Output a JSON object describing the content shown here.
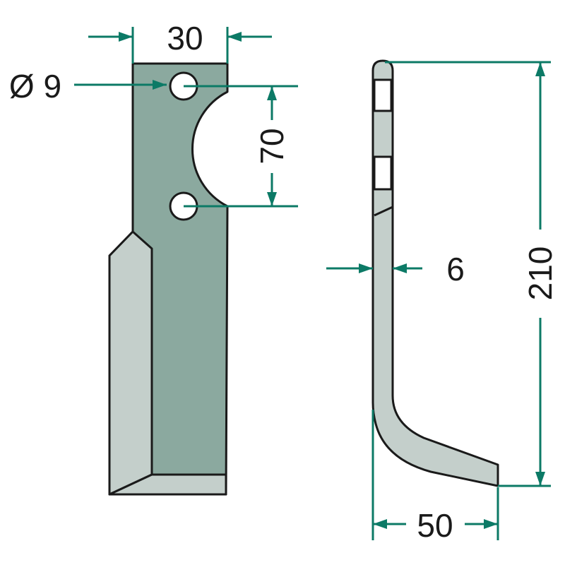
{
  "dimensions": {
    "width": "30",
    "hole_diameter": "Ø 9",
    "hole_spacing": "70",
    "thickness": "6",
    "height": "210",
    "offset": "50"
  },
  "colors": {
    "dimension_line": "#0c7a66",
    "blade_dark": "#8ba99f",
    "blade_light": "#c4cfcb",
    "outline": "#1a1a1a"
  }
}
